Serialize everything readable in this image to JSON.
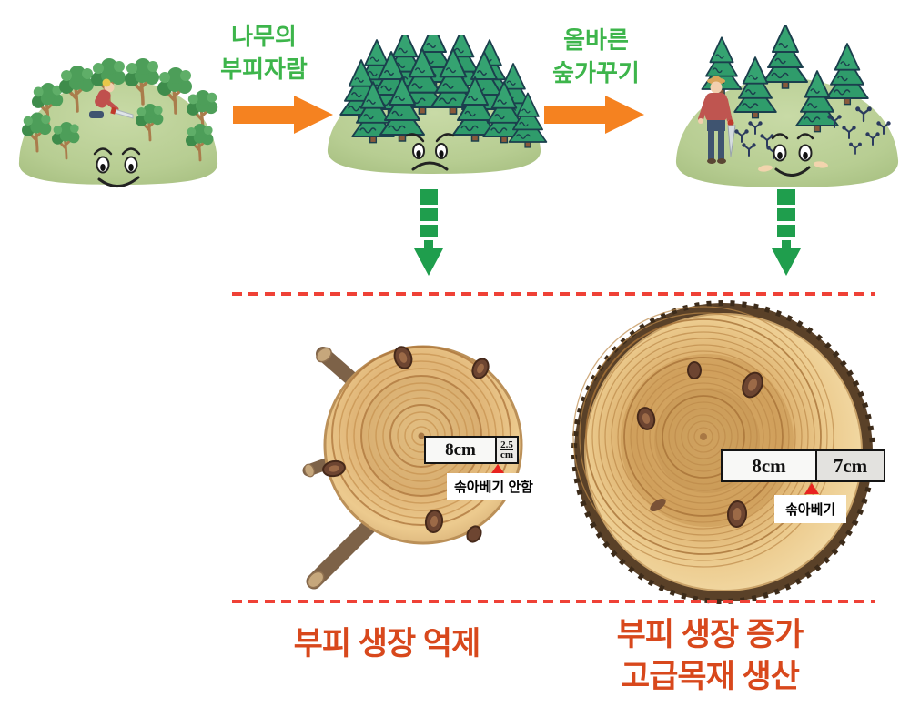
{
  "flow": {
    "step1_caption": {
      "line1": "나무의",
      "line2": "부피자람"
    },
    "step2_caption": {
      "line1": "올바른",
      "line2": "숲가꾸기"
    }
  },
  "suppressed": {
    "ruler_main": "8cm",
    "ruler_extra_value": "2.5",
    "ruler_extra_unit": "cm",
    "marker_label": "솎아베기 안함",
    "result": "부피 생장 억제"
  },
  "improved": {
    "ruler_main": "8cm",
    "ruler_extra": "7cm",
    "marker_label": "솎아베기",
    "result_line1": "부피 생장 증가",
    "result_line2": "고급목재 생산"
  },
  "icons": {
    "hill1": "smiling-hill-with-young-trees-and-worker",
    "hill2": "sad-hill-with-dense-pine-forest",
    "hill3": "smiling-hill-with-thinned-pines-worker-and-seedlings",
    "flow_arrow": "orange-right-arrow",
    "down_arrow": "green-segmented-down-arrow",
    "marker": "red-up-triangle"
  },
  "palette": {
    "caption_green": "#3db54b",
    "arrow_orange": "#f58220",
    "arrow_green": "#1f9e4d",
    "dashed_line_red": "#ef4136",
    "result_orange": "#d8481c",
    "hill_green": "#b7cd92"
  }
}
